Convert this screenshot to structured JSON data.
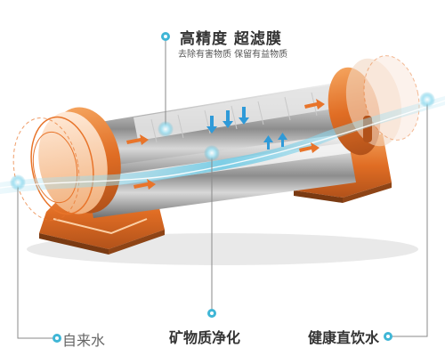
{
  "callouts": {
    "title": "高精度 超滤膜",
    "subtitle": "去除有害物质 保留有益物质",
    "source": "自来水",
    "middle": "矿物质净化",
    "output": "健康直饮水"
  },
  "colors": {
    "accent_orange": "#e8742a",
    "callout_dot": "#3fb6d6",
    "water": "#5cc3e0",
    "arrow_blue": "#2f9ad8"
  }
}
